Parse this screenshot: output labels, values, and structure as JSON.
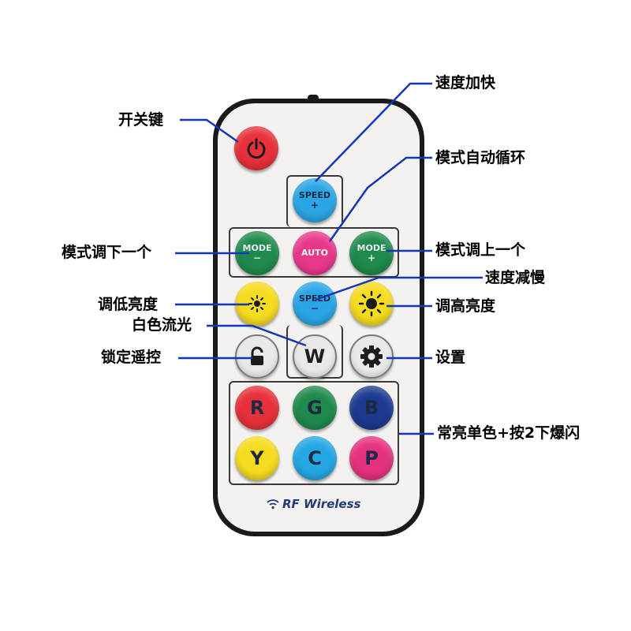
{
  "annotations": {
    "speed_up": "速度加快",
    "power": "开关键",
    "auto_cycle": "模式自动循环",
    "mode_prev": "模式调下一个",
    "mode_next": "模式调上一个",
    "speed_down": "速度减慢",
    "dim": "调低亮度",
    "brighten": "调高亮度",
    "white_flow": "白色流光",
    "lock": "锁定遥控",
    "settings": "设置",
    "solid_colors": "常亮单色+按2下爆闪"
  },
  "buttons": {
    "speed_up": {
      "line1": "SPEED",
      "line2": "+",
      "color": "#2aa6e6"
    },
    "speed_down": {
      "line1": "SPEED",
      "line2": "−",
      "color": "#2aa6e6"
    },
    "auto": {
      "label": "AUTO",
      "color": "#e8388a"
    },
    "mode_prev": {
      "line1": "MODE",
      "line2": "−",
      "color": "#1f8a4c"
    },
    "mode_next": {
      "line1": "MODE",
      "line2": "+",
      "color": "#1f8a4c"
    },
    "white": {
      "label": "W"
    },
    "colors": [
      {
        "label": "R",
        "color": "#e8303a"
      },
      {
        "label": "G",
        "color": "#1f8a4c"
      },
      {
        "label": "B",
        "color": "#1d3a8f"
      },
      {
        "label": "Y",
        "color": "#f6dc1e"
      },
      {
        "label": "C",
        "color": "#24a7e4"
      },
      {
        "label": "P",
        "color": "#e5327e"
      }
    ],
    "power_color": "#e8303a",
    "brightness_color": "#f6dc1e"
  },
  "brand": {
    "text": "RF Wireless"
  },
  "line_color": "#1536b8"
}
